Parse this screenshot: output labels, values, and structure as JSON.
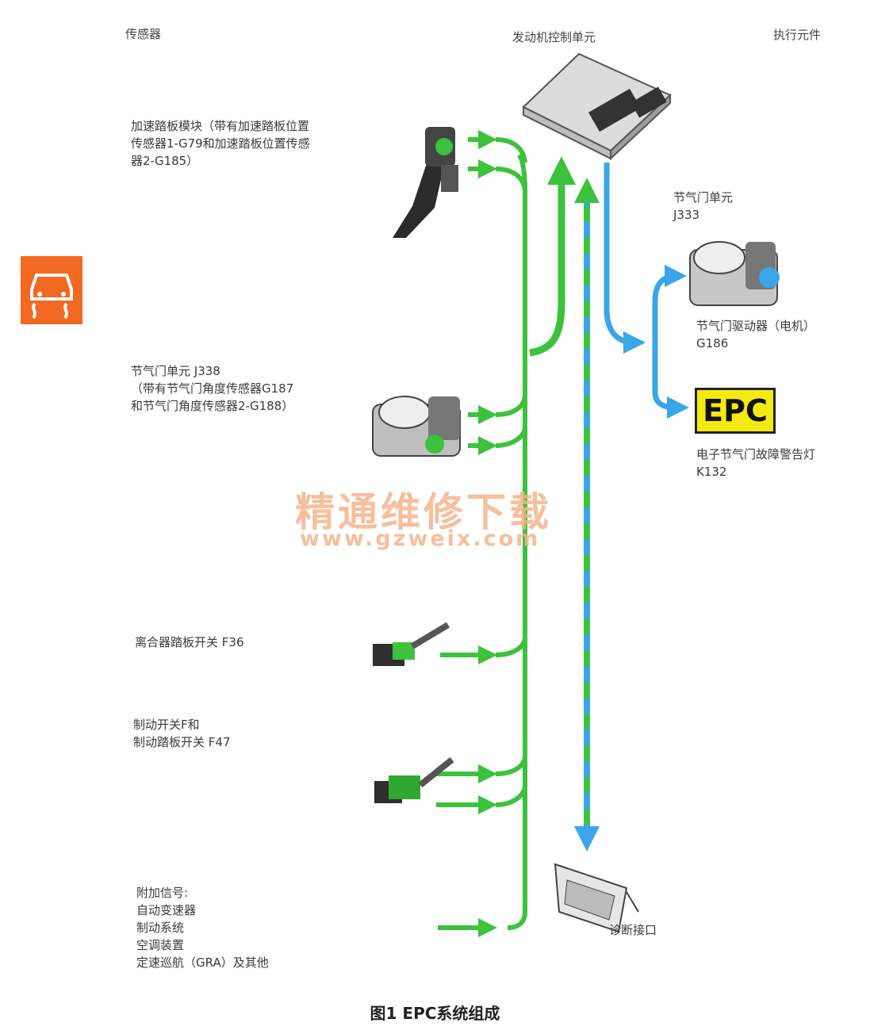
{
  "headers": {
    "sensors": "传感器",
    "ecu": "发动机控制单元",
    "actuators": "执行元件"
  },
  "sensors": {
    "pedal_module": "加速踏板模块（带有加速踏板位置\n传感器1-G79和加速踏板位置传感\n器2-G185）",
    "throttle_j338": "节气门单元  J338\n（带有节气门角度传感器G187\n和节气门角度传感器2-G188）",
    "clutch_switch": "离合器踏板开关  F36",
    "brake_switch": "制动开关F和\n制动踏板开关 F47",
    "extra_signals": "附加信号:\n自动变速器\n制动系统\n空调装置\n定速巡航（GRA）及其他"
  },
  "actuators": {
    "throttle_unit": "节气门单元\nJ333",
    "throttle_drive": "节气门驱动器（电机）\nG186",
    "epc_lamp_label": "EPC",
    "epc_lamp_desc": "电子节气门故障警告灯\nK132",
    "diag_port": "诊断接口"
  },
  "watermark": {
    "cn": "精通维修下载",
    "url": "www.gzweix.com"
  },
  "caption": "图1  EPC系统组成",
  "colors": {
    "signal_in": "#3cc23c",
    "signal_out": "#3aa6e8",
    "warning_icon": "#f26a21",
    "epc_lamp": "#f4ea10"
  },
  "icons": [
    "ecu-unit",
    "accelerator-pedal",
    "throttle-body",
    "clutch-switch",
    "brake-switch",
    "diagnostic-connector",
    "skid-warning-icon"
  ]
}
